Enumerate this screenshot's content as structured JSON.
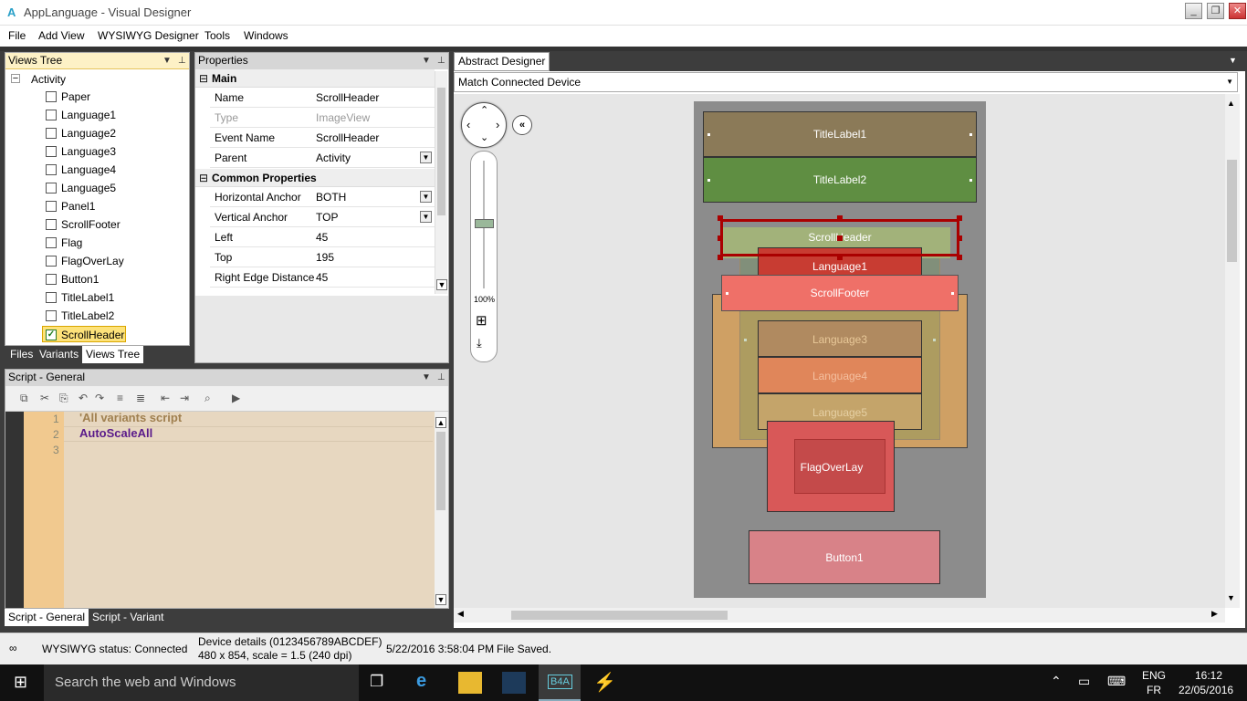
{
  "window": {
    "app_icon": "A",
    "title": "AppLanguage - Visual Designer",
    "minimize": "_",
    "maximize": "❐",
    "close": "✕"
  },
  "menu": [
    "File",
    "Add View",
    "WYSIWYG Designer",
    "Tools",
    "Windows"
  ],
  "views_tree": {
    "title": "Views Tree",
    "root": "Activity",
    "items": [
      "Paper",
      "Language1",
      "Language2",
      "Language3",
      "Language4",
      "Language5",
      "Panel1",
      "ScrollFooter",
      "Flag",
      "FlagOverLay",
      "Button1",
      "TitleLabel1",
      "TitleLabel2",
      "ScrollHeader"
    ],
    "checked_item": "ScrollHeader",
    "tabs": [
      "Files",
      "Variants",
      "Views Tree"
    ]
  },
  "properties": {
    "title": "Properties",
    "sections": [
      {
        "name": "Main",
        "rows": [
          {
            "key": "Name",
            "value": "ScrollHeader"
          },
          {
            "key": "Type",
            "value": "ImageView"
          },
          {
            "key": "Event Name",
            "value": "ScrollHeader"
          },
          {
            "key": "Parent",
            "value": "Activity"
          }
        ]
      },
      {
        "name": "Common Properties",
        "rows": [
          {
            "key": "Horizontal Anchor",
            "value": "BOTH"
          },
          {
            "key": "Vertical Anchor",
            "value": "TOP"
          },
          {
            "key": "Left",
            "value": "45"
          },
          {
            "key": "Top",
            "value": "195"
          },
          {
            "key": "Right Edge Distance",
            "value": "45"
          }
        ]
      }
    ]
  },
  "script": {
    "title": "Script - General",
    "line_numbers": [
      "1",
      "2",
      "3"
    ],
    "lines": [
      "'All variants script",
      "AutoScaleAll",
      ""
    ],
    "tabs": [
      "Script - General",
      "Script - Variant"
    ]
  },
  "designer": {
    "tab": "Abstract Designer",
    "combo": "Match Connected Device",
    "zoom": "100%",
    "back_symbol": "«",
    "views": {
      "title1": "TitleLabel1",
      "title2": "TitleLabel2",
      "scroll_header": "ScrollHeader",
      "language1": "Language1",
      "scroll_footer": "ScrollFooter",
      "language3": "Language3",
      "panel1": "Panel1",
      "language4": "Language4",
      "language5": "Language5",
      "flag_overlay": "FlagOverLay",
      "button1": "Button1"
    }
  },
  "status": {
    "wysiwyg": "WYSIWYG status: Connected",
    "device_line1": "Device details (0123456789ABCDEF)",
    "device_line2": "480 x 854, scale = 1.5 (240 dpi)",
    "timestamp": "5/22/2016 3:58:04 PM",
    "message": "File Saved."
  },
  "taskbar": {
    "search_placeholder": "Search the web and Windows",
    "lang1": "ENG",
    "lang2": "FR",
    "time": "16:12",
    "date": "22/05/2016",
    "b4a_label": "B4A"
  },
  "colors": {
    "accent": "#2aa0c8",
    "selection": "#fde27a",
    "handle": "#aa0000",
    "script_bg": "#e7d7c0",
    "gutter": "#f1c98f"
  }
}
